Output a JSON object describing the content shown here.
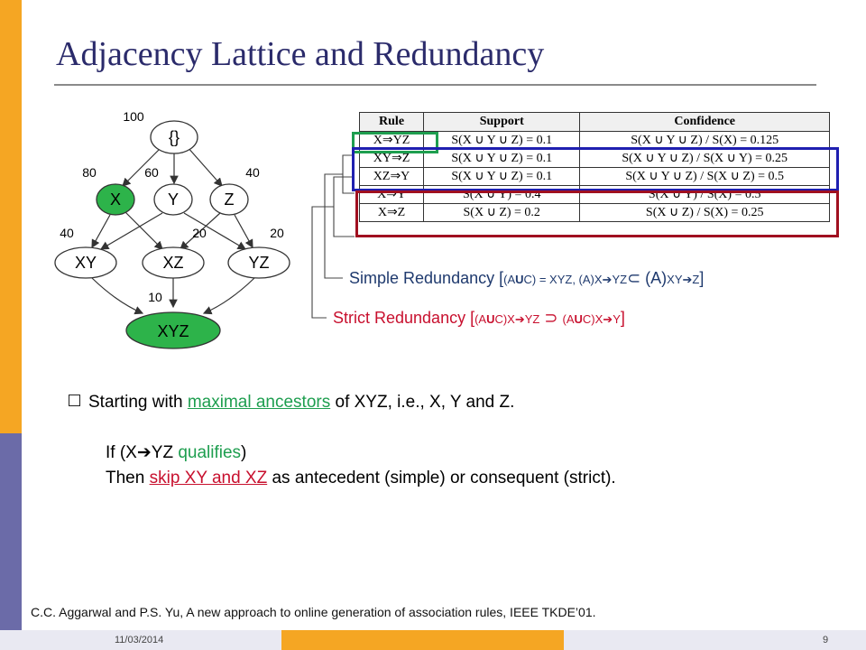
{
  "slide": {
    "title": "Adjacency Lattice and Redundancy",
    "colors": {
      "title": "#2B2B6B",
      "orange_bar": "#F5A623",
      "blue_bar": "#6B6BA8",
      "green": "#1E9E4F",
      "red": "#C8102E",
      "blue_box": "#1F1FB0",
      "node_green": "#2DB34A"
    }
  },
  "lattice": {
    "nodes": {
      "root": "{}",
      "x": "X",
      "y": "Y",
      "z": "Z",
      "xy": "XY",
      "xz": "XZ",
      "yz": "YZ",
      "xyz": "XYZ"
    },
    "counts": {
      "root": "100",
      "x": "80",
      "y": "60",
      "z": "40",
      "xy": "40",
      "xz": "20",
      "yz": "20",
      "xyz": "10"
    }
  },
  "table": {
    "headers": [
      "Rule",
      "Support",
      "Confidence"
    ],
    "rows": [
      [
        "X⇒YZ",
        "S(X ∪ Y ∪ Z) = 0.1",
        "S(X ∪ Y ∪ Z) / S(X) = 0.125"
      ],
      [
        "XY⇒Z",
        "S(X ∪ Y ∪ Z) = 0.1",
        "S(X ∪ Y ∪ Z) / S(X ∪ Y) = 0.25"
      ],
      [
        "XZ⇒Y",
        "S(X ∪ Y ∪ Z) = 0.1",
        "S(X ∪ Y ∪ Z) / S(X ∪ Z) = 0.5"
      ],
      [
        "X⇒Y",
        "S(X ∪ Y) = 0.4",
        "S(X ∪ Y) / S(X) = 0.5"
      ],
      [
        "X⇒Z",
        "S(X ∪ Z) = 0.2",
        "S(X ∪ Z) / S(X) = 0.25"
      ]
    ]
  },
  "redundancy": {
    "simple_label": "Simple Redundancy [",
    "simple_a": "(A",
    "simple_u": "U",
    "simple_b": "C) = XYZ, (A)",
    "simple_c": "X",
    "simple_d": "YZ",
    "simple_e": "⊂ (A)",
    "simple_f": "XY",
    "simple_g": "Z",
    "simple_end": "]",
    "strict_label": "Strict Redundancy [",
    "strict_a": "(A",
    "strict_u1": "U",
    "strict_b": "C)X",
    "strict_c": "YZ",
    "strict_d": "⊃",
    "strict_e": "(A",
    "strict_u2": "U",
    "strict_f": "C)X",
    "strict_g": "Y",
    "strict_end": "]"
  },
  "body": {
    "bullet_pre": "Starting with ",
    "bullet_link": "maximal ancestors",
    "bullet_post": " of XYZ, i.e., X, Y and Z.",
    "if_pre": "If (X",
    "if_mid": "YZ ",
    "if_green": "qualifies",
    "if_post": ")",
    "then_pre": "Then ",
    "then_link": "skip XY and XZ",
    "then_post": " as antecedent (simple) or consequent (strict)."
  },
  "citation": "C.C. Aggarwal and P.S. Yu, A new approach to online generation of association rules, IEEE TKDE’01.",
  "footer": {
    "date": "11/03/2014",
    "page": "9"
  }
}
